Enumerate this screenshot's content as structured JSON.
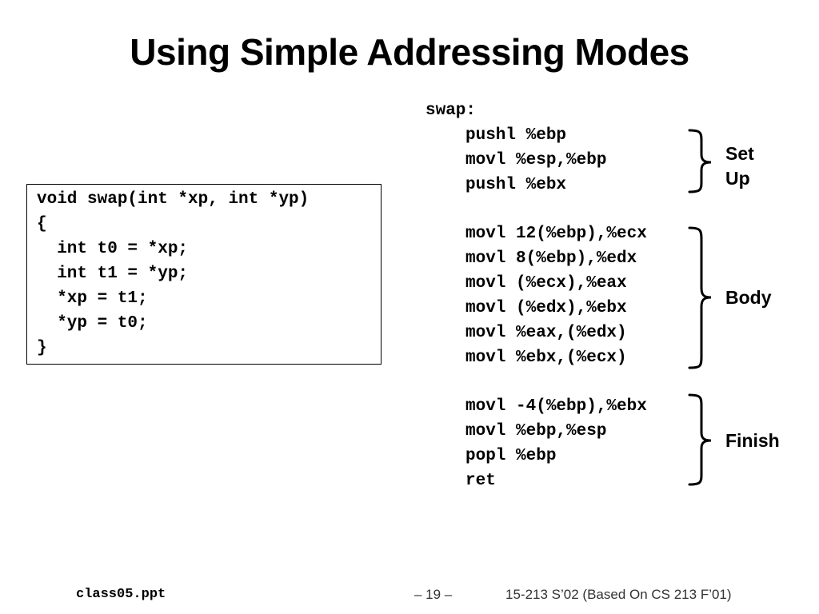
{
  "slide": {
    "title": "Using Simple Addressing Modes",
    "c_code": [
      "void swap(int *xp, int *yp)",
      "{",
      "  int t0 = *xp;",
      "  int t1 = *yp;",
      "  *xp = t1;",
      "  *yp = t0;",
      "}"
    ],
    "asm_label": "swap:",
    "asm_setup": [
      "pushl %ebp",
      "movl %esp,%ebp",
      "pushl %ebx"
    ],
    "asm_body": [
      "movl 12(%ebp),%ecx",
      "movl 8(%ebp),%edx",
      "movl (%ecx),%eax",
      "movl (%edx),%ebx",
      "movl %eax,(%edx)",
      "movl %ebx,(%ecx)"
    ],
    "asm_finish": [
      "movl -4(%ebp),%ebx",
      "movl %ebp,%esp",
      "popl %ebp",
      "ret"
    ],
    "brace_labels": {
      "setup_line1": "Set",
      "setup_line2": "Up",
      "body": "Body",
      "finish": "Finish"
    }
  },
  "footer": {
    "file": "class05.ppt",
    "page": "– 19 –",
    "course": "15-213 S’02 (Based On CS 213 F’01)"
  }
}
